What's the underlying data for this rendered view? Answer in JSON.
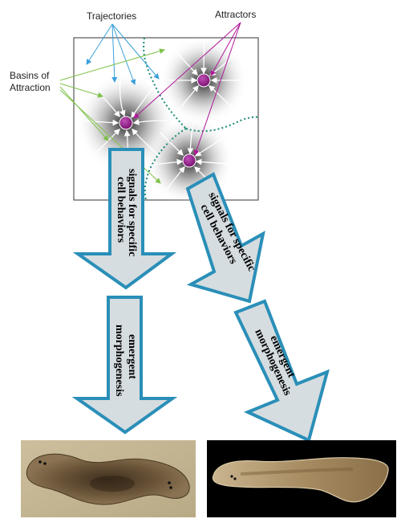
{
  "labels": {
    "trajectories": "Trajectories",
    "attractors": "Attractors",
    "basins_line1": "Basins of",
    "basins_line2": "Attraction"
  },
  "arrows": {
    "left_signals_line1": "signals for specific",
    "left_signals_line2": "cell behaviors",
    "right_signals_line1": "signals for specific",
    "right_signals_line2": "cell behaviors",
    "left_morph_line1": "emergent",
    "left_morph_line2": "morphogenesis",
    "right_morph_line1": "emergent",
    "right_morph_line2": "morphogenesis"
  },
  "colors": {
    "trajectory_pointer": "#3aa0dc",
    "attractor_pointer": "#b0179a",
    "basin_pointer": "#7fc24a",
    "attractor_dot": "#8e1a86",
    "basin_boundary": "#1a8a78",
    "arrow_fill": "#d6dde0",
    "arrow_stroke": "#2a8fb8"
  },
  "images": {
    "left_photo": "planarian-worm-light-background",
    "right_photo": "planarian-worm-dark-background"
  }
}
